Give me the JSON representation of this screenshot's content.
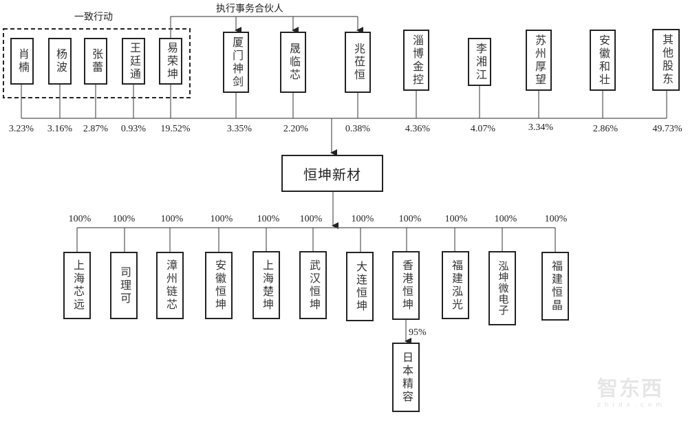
{
  "diagram": {
    "concert_group_label": "一致行动",
    "executive_partner_label": "执行事务合伙人",
    "company": "恒坤新材",
    "shareholders": [
      {
        "name": "肖楠",
        "pct": "3.23%"
      },
      {
        "name": "杨波",
        "pct": "3.16%"
      },
      {
        "name": "张蕾",
        "pct": "2.87%"
      },
      {
        "name": "王廷通",
        "pct": "0.93%"
      },
      {
        "name": "易荣坤",
        "pct": "19.52%"
      },
      {
        "name": "厦门神剑",
        "pct": "3.35%"
      },
      {
        "name": "晟临芯",
        "pct": "2.20%"
      },
      {
        "name": "兆莅恒",
        "pct": "0.38%"
      },
      {
        "name": "淄博金控",
        "pct": "4.36%"
      },
      {
        "name": "李湘江",
        "pct": "4.07%"
      },
      {
        "name": "苏州厚望",
        "pct": "3.34%"
      },
      {
        "name": "安徽和壮",
        "pct": "2.86%"
      },
      {
        "name": "其他股东",
        "pct": "49.73%"
      }
    ],
    "subsidiaries": [
      {
        "name": "上海芯远",
        "pct": "100%"
      },
      {
        "name": "司理可",
        "pct": "100%"
      },
      {
        "name": "漳州链芯",
        "pct": "100%"
      },
      {
        "name": "安徽恒坤",
        "pct": "100%"
      },
      {
        "name": "上海楚坤",
        "pct": "100%"
      },
      {
        "name": "武汉恒坤",
        "pct": "100%"
      },
      {
        "name": "大连恒坤",
        "pct": "100%"
      },
      {
        "name": "香港恒坤",
        "pct": "100%"
      },
      {
        "name": "福建泓光",
        "pct": "100%"
      },
      {
        "name": "泓坤微电子",
        "pct": "100%"
      },
      {
        "name": "福建恒晶",
        "pct": "100%"
      }
    ],
    "sub_subsidiary": {
      "name": "日本精容",
      "pct": "95%",
      "parent": "香港恒坤"
    },
    "watermark": {
      "text": "智东西",
      "sub": "zhidx.com"
    }
  }
}
